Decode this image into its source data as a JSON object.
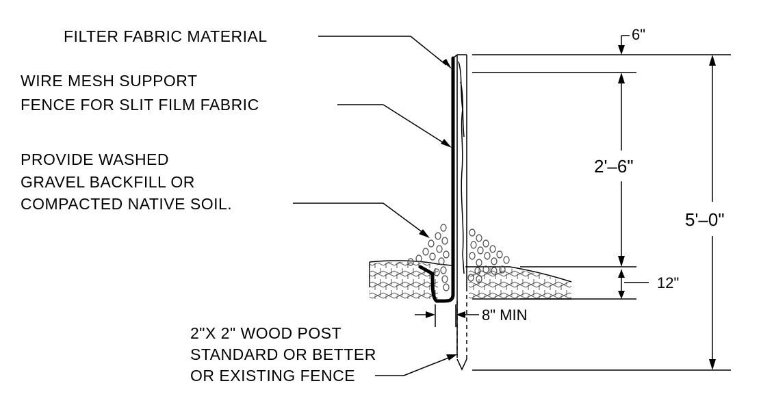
{
  "labels": {
    "filter_fabric": "FILTER FABRIC MATERIAL",
    "wire_mesh": [
      "WIRE MESH SUPPORT",
      "FENCE FOR SLIT FILM FABRIC"
    ],
    "backfill": [
      "PROVIDE WASHED",
      "GRAVEL BACKFILL OR",
      "COMPACTED NATIVE SOIL."
    ],
    "post": [
      "2\"X 2\" WOOD POST",
      "STANDARD OR BETTER",
      "OR EXISTING FENCE"
    ]
  },
  "dimensions": {
    "top_offset": "6\"",
    "fabric_height": "2'–6\"",
    "total_height": "5'–0\"",
    "trench_depth": "12\"",
    "trench_width": "8\" MIN"
  }
}
